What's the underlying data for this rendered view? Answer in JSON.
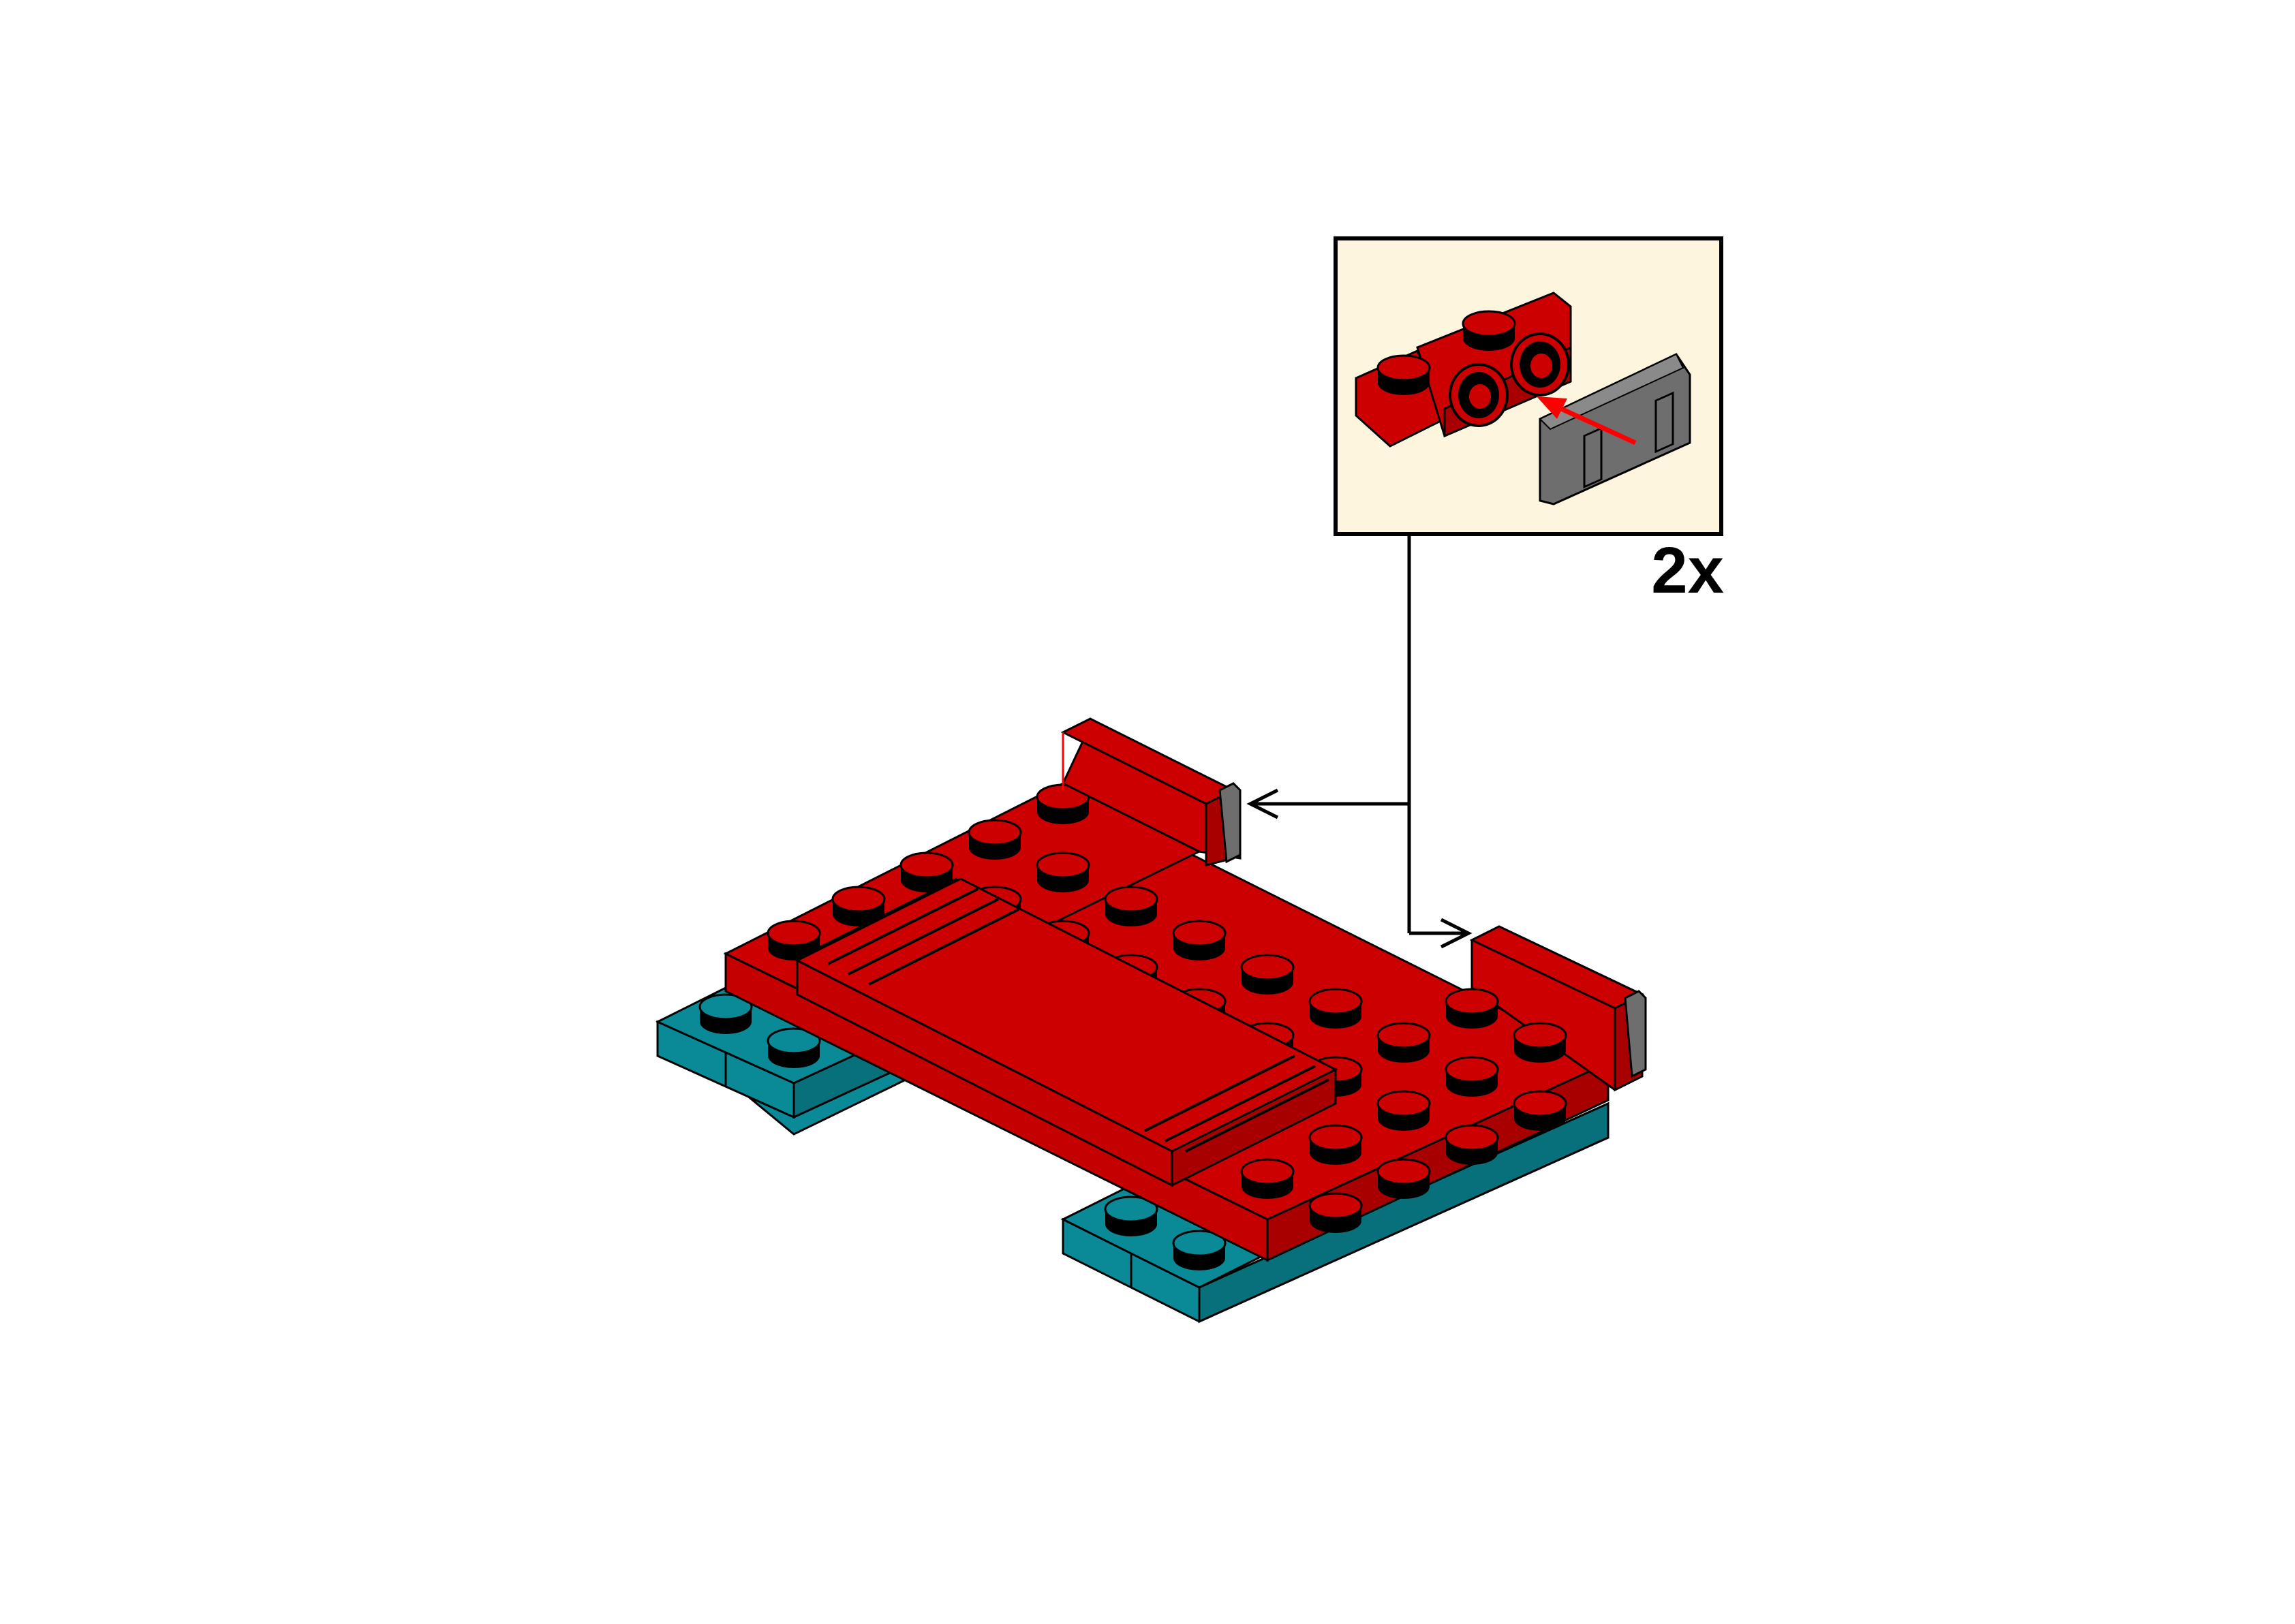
{
  "instruction_step": {
    "callout": {
      "multiplier_label": "2x",
      "background_color": "#fdf5dd",
      "border_color": "#000000",
      "subassembly": {
        "parts": [
          {
            "name": "bracket-plate-1x2",
            "color": "#cc0000"
          },
          {
            "name": "tile-1x2-with-grille",
            "color": "#6e6e6e"
          }
        ],
        "insertion_arrow_color": "#ff0000"
      },
      "leader_arrows": 2
    },
    "model": {
      "colors": {
        "red": "#cc0000",
        "teal": "#0a8a96",
        "grey": "#6e6e6e",
        "stud_side": "#000000",
        "outline": "#000000"
      }
    }
  }
}
